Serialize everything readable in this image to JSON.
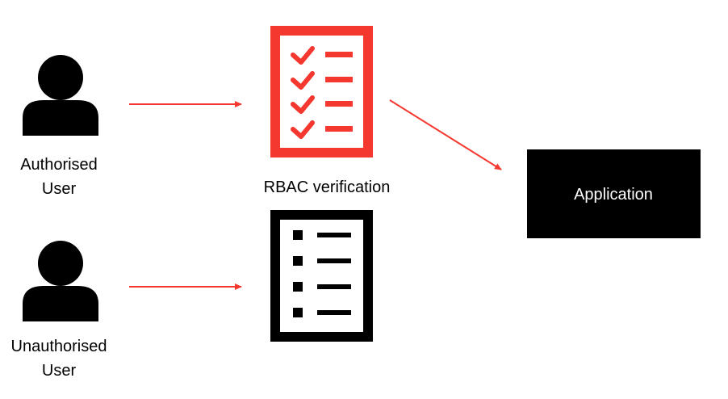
{
  "colors": {
    "accent": "#f5382f",
    "ink": "#000000",
    "background": "#ffffff",
    "app_text": "#ffffff"
  },
  "nodes": {
    "authorised_user": {
      "icon": "user-icon",
      "label_line1": "Authorised",
      "label_line2": "User"
    },
    "unauthorised_user": {
      "icon": "user-icon",
      "label_line1": "Unauthorised",
      "label_line2": "User"
    },
    "rbac": {
      "icon": "checklist-icon",
      "label": "RBAC verification",
      "approved_items": 4,
      "pending_items": 4
    },
    "application": {
      "label": "Application"
    }
  },
  "edges": [
    {
      "from": "authorised_user",
      "to": "rbac_approved"
    },
    {
      "from": "unauthorised_user",
      "to": "rbac_pending"
    },
    {
      "from": "rbac_approved",
      "to": "application"
    }
  ]
}
